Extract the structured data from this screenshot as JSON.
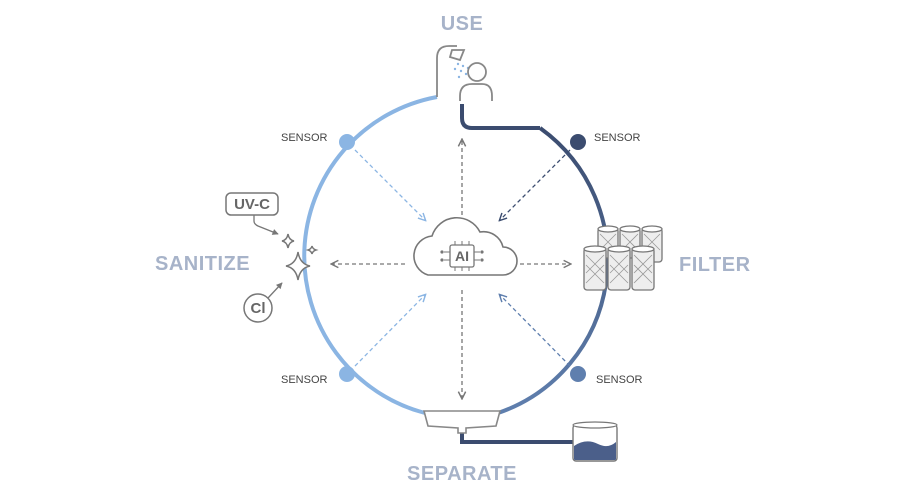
{
  "stages": {
    "use": "USE",
    "filter": "FILTER",
    "separate": "SEPARATE",
    "sanitize": "SANITIZE"
  },
  "sensors": {
    "top_left": "SENSOR",
    "top_right": "SENSOR",
    "bottom_left": "SENSOR",
    "bottom_right": "SENSOR"
  },
  "center": {
    "label": "AI"
  },
  "sanitize_inputs": {
    "uvc": "UV-C",
    "chlorine": "Cl"
  },
  "colors": {
    "light_blue": "#8bb5e3",
    "mid_blue": "#5f7fae",
    "dark_navy": "#3b4c6f",
    "gray": "#888888",
    "stage_text": "#a7b3c9"
  }
}
